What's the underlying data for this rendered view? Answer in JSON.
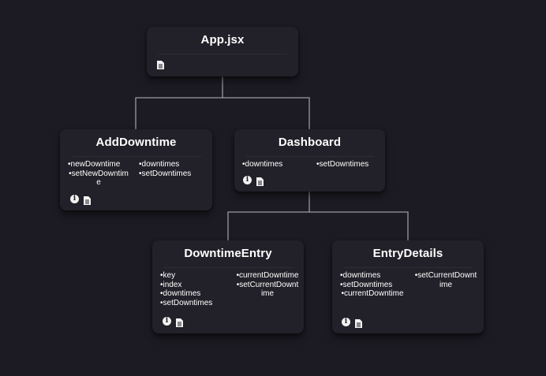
{
  "nodes": {
    "app": {
      "title": "App.jsx",
      "props_left": [],
      "props_right": [],
      "icons": [
        "document-icon"
      ]
    },
    "add_downtime": {
      "title": "AddDowntime",
      "props_left": [
        "•newDowntime",
        "•setNewDowntime"
      ],
      "props_right": [
        "•downtimes",
        "•setDowntimes"
      ],
      "icons": [
        "info-icon",
        "document-icon"
      ]
    },
    "dashboard": {
      "title": "Dashboard",
      "props_left": [
        "•downtimes"
      ],
      "props_right": [
        "•setDowntimes"
      ],
      "icons": [
        "info-icon",
        "document-icon"
      ]
    },
    "downtime_entry": {
      "title": "DowntimeEntry",
      "props_left": [
        "•key",
        "•index",
        "•downtimes",
        "•setDowntimes"
      ],
      "props_right": [
        "•currentDowntime",
        "•setCurrentDowntime"
      ],
      "icons": [
        "info-icon",
        "document-icon"
      ]
    },
    "entry_details": {
      "title": "EntryDetails",
      "props_left": [
        "•downtimes",
        "•setDowntimes",
        "•currentDowntime"
      ],
      "props_right": [
        "•setCurrentDowntime"
      ],
      "icons": [
        "info-icon",
        "document-icon"
      ]
    }
  },
  "edges": [
    {
      "from": "App.jsx",
      "to": "AddDowntime"
    },
    {
      "from": "App.jsx",
      "to": "Dashboard"
    },
    {
      "from": "Dashboard",
      "to": "DowntimeEntry"
    },
    {
      "from": "Dashboard",
      "to": "EntryDetails"
    }
  ],
  "colors": {
    "background": "#1c1b23",
    "node": "#222129",
    "edge": "#9a9aa2",
    "text": "#ffffff"
  }
}
